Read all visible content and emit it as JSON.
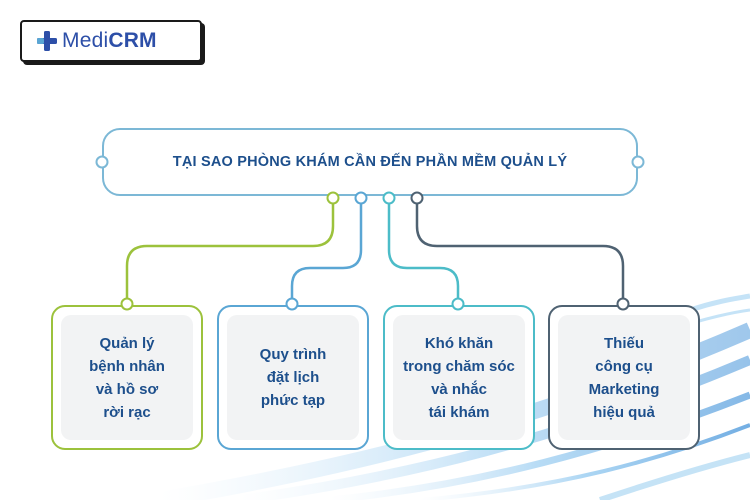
{
  "logo": {
    "medi": "Medi",
    "crm": "CRM"
  },
  "title": "TẠI SAO PHÒNG KHÁM CẦN ĐẾN PHẦN MỀM QUẢN LÝ",
  "cards": [
    {
      "label": "Quản lý\nbệnh nhân\nvà hồ sơ\nrời rạc",
      "color": "#9cc23c"
    },
    {
      "label": "Quy trình\nđặt lịch\nphức tạp",
      "color": "#5aa6d4"
    },
    {
      "label": "Khó khăn\ntrong chăm sóc\nvà nhắc\ntái khám",
      "color": "#4cbcc8"
    },
    {
      "label": "Thiếu\ncông cụ\nMarketing\nhiệu quả",
      "color": "#4f6272"
    }
  ],
  "colors": {
    "title_border": "#7cb8d6",
    "text": "#1d4f8c",
    "logo_blue": "#2d4fa8"
  }
}
